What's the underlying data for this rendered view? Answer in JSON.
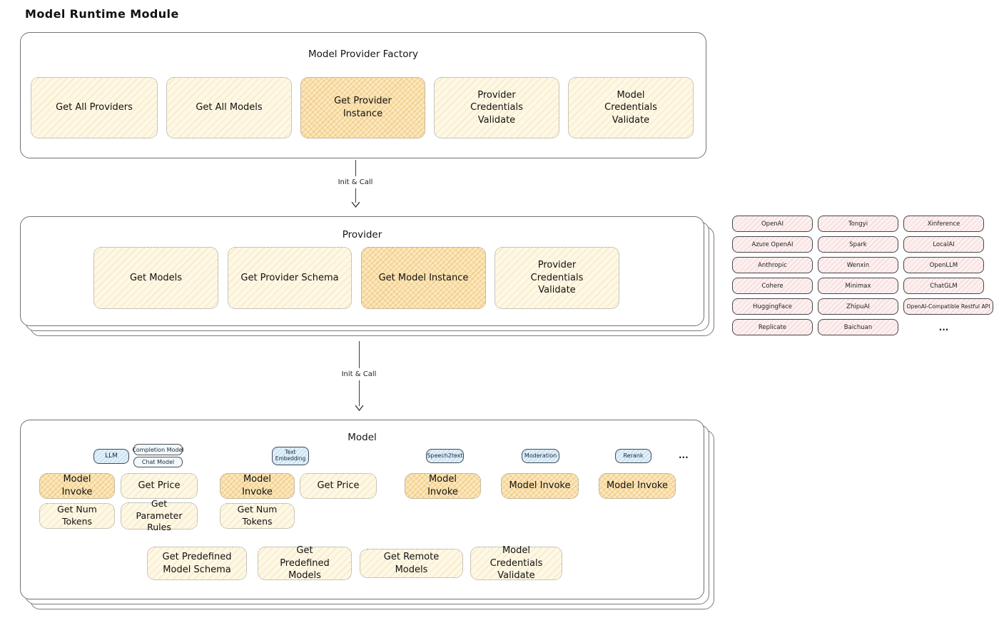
{
  "page_title": "Model Runtime Module",
  "colors": {
    "yellow_fill": "#fdf8e6",
    "highlight_fill": "#fbe8bd",
    "pink_fill": "#fdf0f0",
    "blue_fill": "#e1f0fa",
    "container_stroke": "#72727a",
    "dotted_stroke": "#949494",
    "text": "#161616"
  },
  "factory": {
    "title": "Model Provider Factory",
    "boxes": [
      {
        "label": "Get All Providers",
        "highlight": false
      },
      {
        "label": "Get All Models",
        "highlight": false
      },
      {
        "label": "Get Provider Instance",
        "highlight": true
      },
      {
        "label": "Provider Credentials Validate",
        "highlight": false
      },
      {
        "label": "Model Credentials Validate",
        "highlight": false
      }
    ]
  },
  "arrow1": {
    "label": "Init & Call"
  },
  "arrow2": {
    "label": "Init & Call"
  },
  "provider": {
    "title": "Provider",
    "boxes": [
      {
        "label": "Get Models",
        "highlight": false
      },
      {
        "label": "Get Provider Schema",
        "highlight": false
      },
      {
        "label": "Get Model Instance",
        "highlight": true
      },
      {
        "label": "Provider Credentials Validate",
        "highlight": false
      }
    ]
  },
  "providers": {
    "items": [
      "OpenAI",
      "Tongyi",
      "Xinference",
      "Azure OpenAI",
      "Spark",
      "LocalAI",
      "Anthropic",
      "Wenxin",
      "OpenLLM",
      "Cohere",
      "Minimax",
      "ChatGLM",
      "HuggingFace",
      "ZhipuAI",
      "OpenAI-Compatible Restful API",
      "Replicate",
      "Baichuan",
      "..."
    ]
  },
  "model": {
    "title": "Model",
    "tags": {
      "llm": "LLM",
      "completion": "Completion Model",
      "chat": "Chat Model",
      "text_embedding": "Text Embedding",
      "speech2text": "Speech2text",
      "moderation": "Moderation",
      "rerank": "Rerank",
      "more": "..."
    },
    "boxes": {
      "model_invoke": "Model Invoke",
      "get_price": "Get Price",
      "get_num_tokens": "Get Num Tokens",
      "get_parameter_rules": "Get Parameter Rules",
      "get_predefined_model_schema": "Get Predefined Model Schema",
      "get_predefined_models": "Get Predefined Models",
      "get_remote_models": "Get Remote Models",
      "model_credentials_validate": "Model Credentials Validate"
    }
  }
}
